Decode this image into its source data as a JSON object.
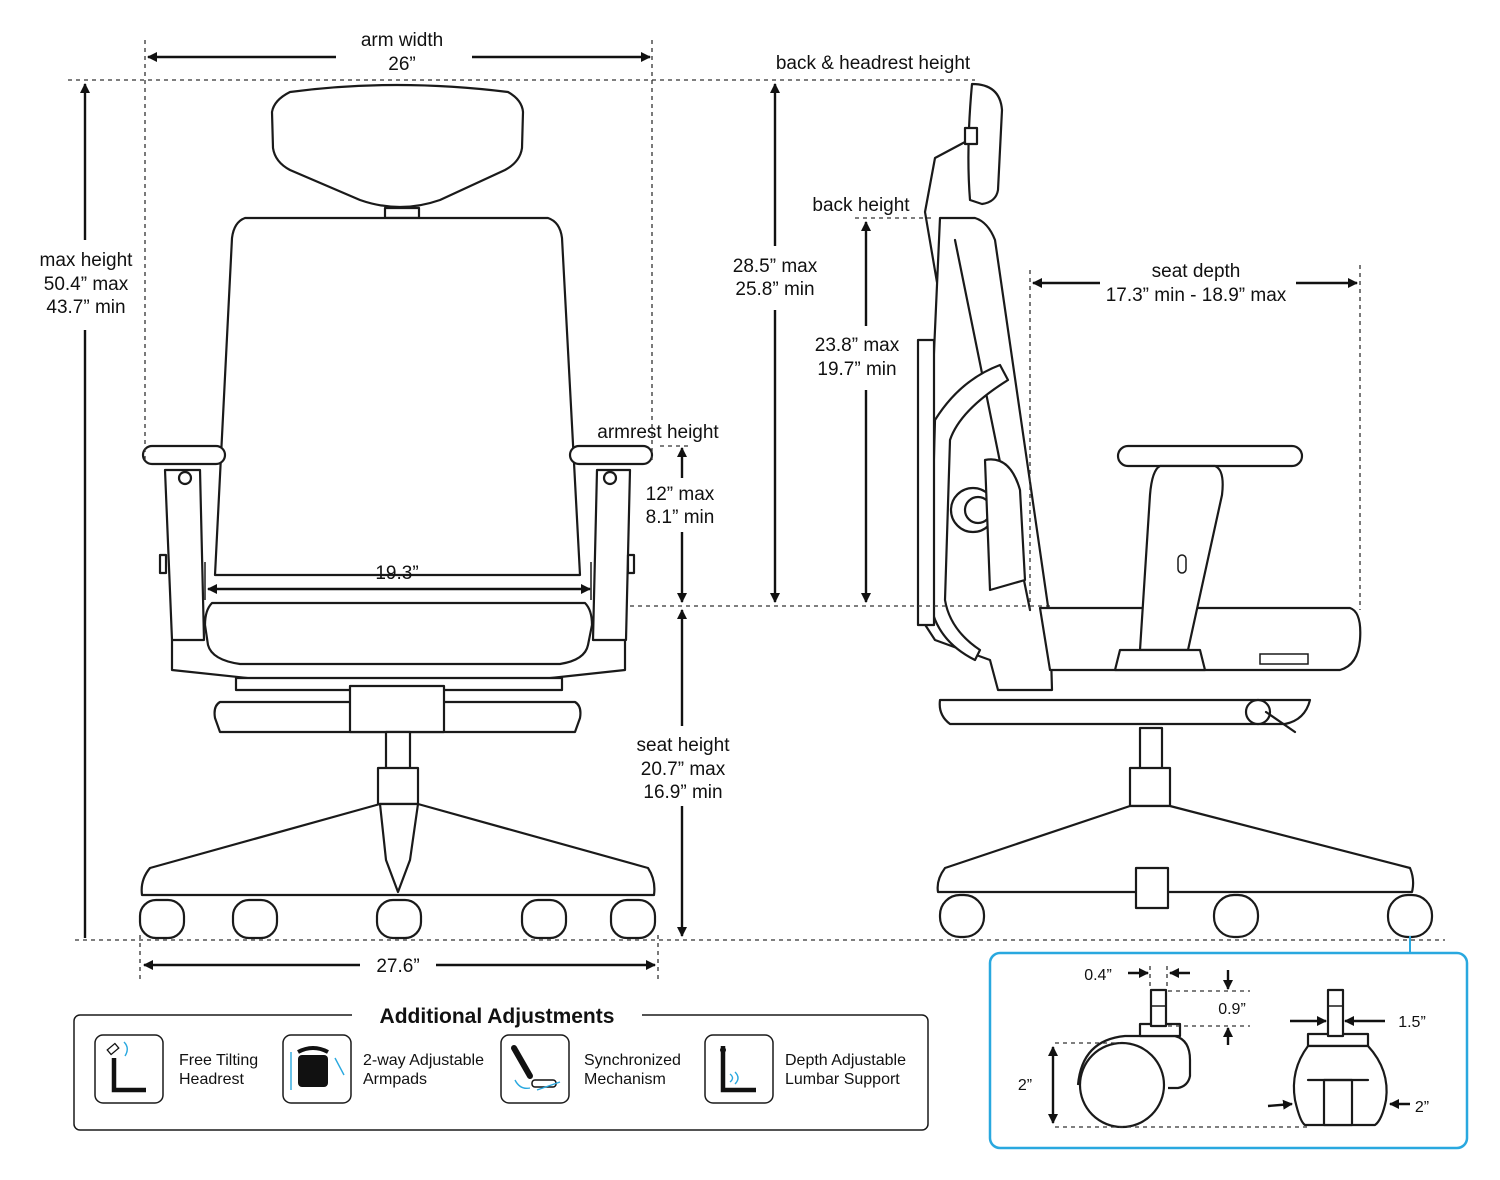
{
  "dimensions": {
    "arm_width": {
      "label": "arm width",
      "value": "26”"
    },
    "max_height": {
      "label": "max height",
      "max": "50.4” max",
      "min": "43.7” min"
    },
    "back_headrest_height": {
      "label": "back & headrest height",
      "max": "28.5” max",
      "min": "25.8” min"
    },
    "back_height": {
      "label": "back height",
      "max": "23.8” max",
      "min": "19.7” min"
    },
    "seat_depth": {
      "label": "seat depth",
      "value": "17.3” min - 18.9” max"
    },
    "armrest_height": {
      "label": "armrest height",
      "max": "12” max",
      "min": "8.1” min"
    },
    "seat_width": {
      "value": "19.3”"
    },
    "seat_height": {
      "label": "seat height",
      "max": "20.7” max",
      "min": "16.9” min"
    },
    "base_width": {
      "value": "27.6”"
    }
  },
  "caster_detail": {
    "stem_width": "0.4”",
    "stem_height": "0.9”",
    "wheel_height": "2”",
    "stem_length": "1.5”",
    "wheel_width": "2”",
    "accent_color": "#29a8df"
  },
  "adjustments": {
    "title": "Additional Adjustments",
    "items": [
      {
        "icon": "free-tilting-headrest-icon",
        "label_1": "Free Tilting",
        "label_2": "Headrest"
      },
      {
        "icon": "adjustable-armpads-icon",
        "label_1": "2-way Adjustable",
        "label_2": "Armpads"
      },
      {
        "icon": "synchronized-mechanism-icon",
        "label_1": "Synchronized",
        "label_2": "Mechanism"
      },
      {
        "icon": "lumbar-support-icon",
        "label_1": "Depth Adjustable",
        "label_2": "Lumbar Support"
      }
    ]
  }
}
